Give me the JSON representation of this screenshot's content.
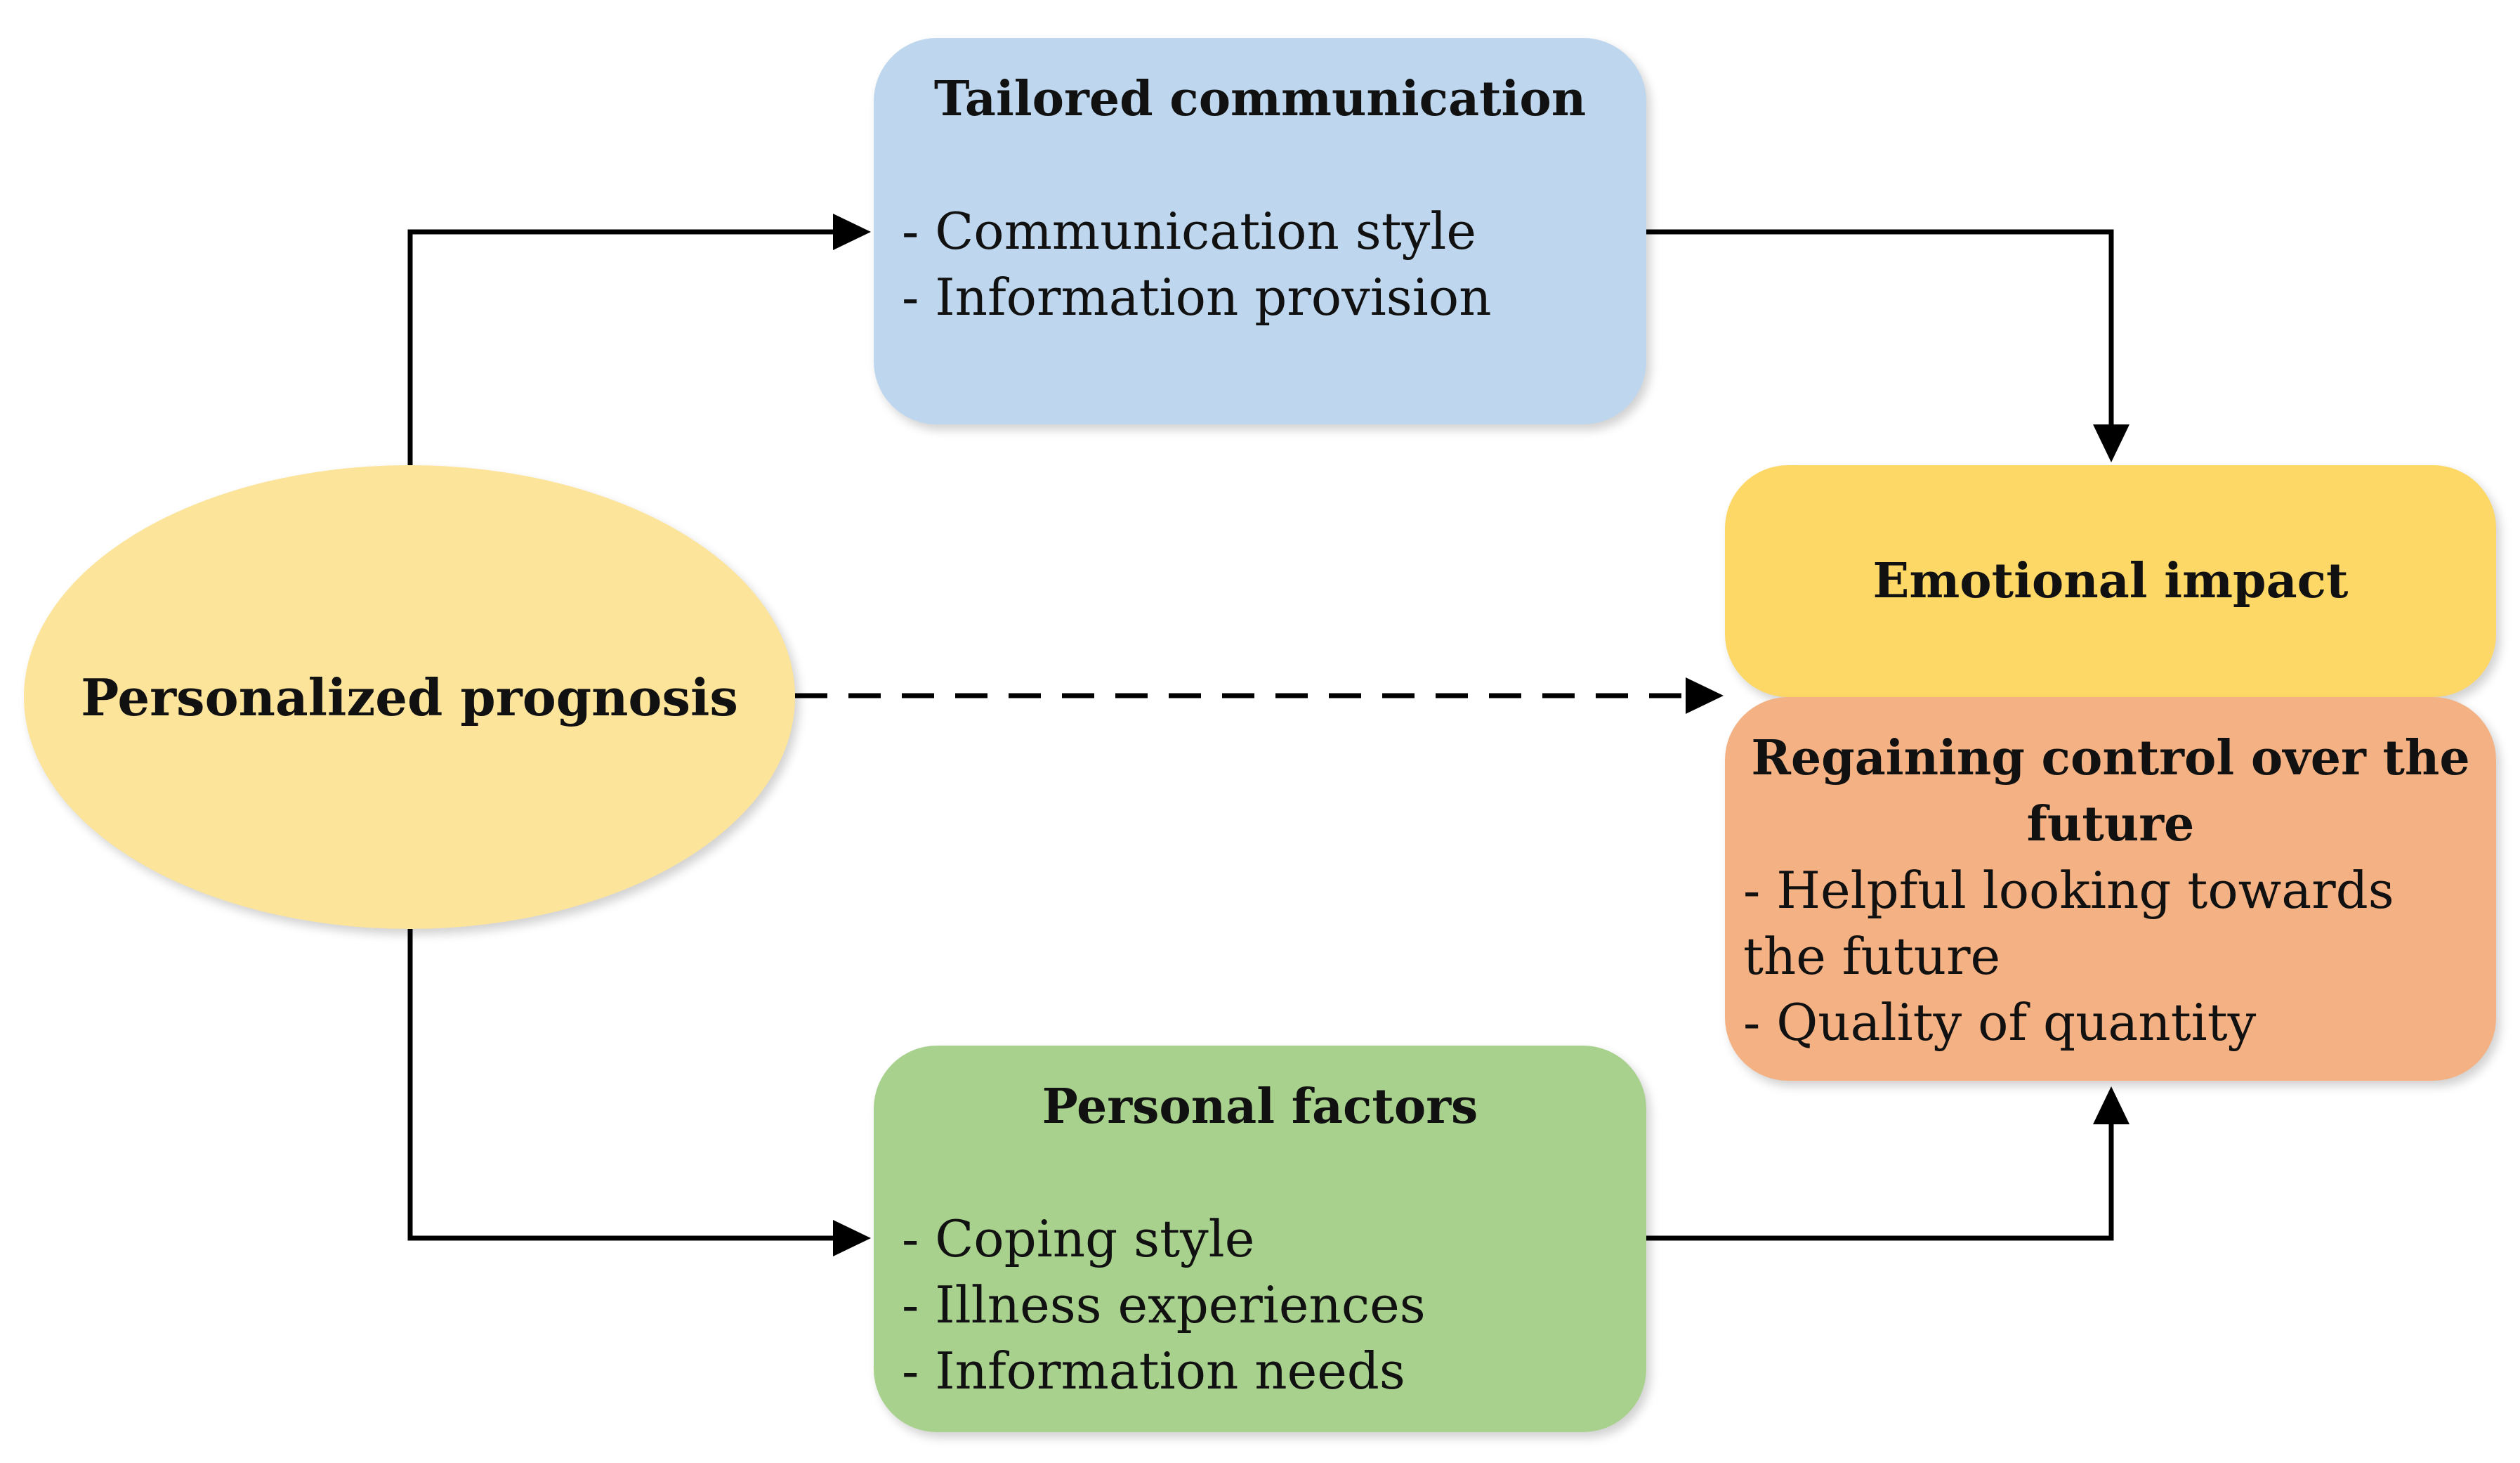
{
  "nodes": {
    "prognosis": {
      "label": "Personalized prognosis",
      "fill": "#fde49b"
    },
    "tailored": {
      "title": "Tailored communication",
      "items": [
        "- Communication style",
        "- Information provision"
      ],
      "fill": "#bed7ee"
    },
    "personal": {
      "title": "Personal factors",
      "items": [
        "- Coping style",
        "- Illness experiences",
        "- Information needs"
      ],
      "fill": "#a9d18e"
    },
    "emotional": {
      "label": "Emotional impact",
      "fill": "#fdd866"
    },
    "regaining": {
      "title": "Regaining control over the future",
      "items": [
        "- Helpful looking towards the future",
        "- Quality of quantity"
      ],
      "fill": "#f4b183"
    }
  },
  "edges": [
    {
      "from": "prognosis",
      "to": "tailored",
      "style": "solid"
    },
    {
      "from": "prognosis",
      "to": "personal",
      "style": "solid"
    },
    {
      "from": "prognosis",
      "to": "emotional",
      "style": "dashed"
    },
    {
      "from": "tailored",
      "to": "emotional",
      "style": "solid"
    },
    {
      "from": "personal",
      "to": "regaining",
      "style": "solid"
    }
  ]
}
